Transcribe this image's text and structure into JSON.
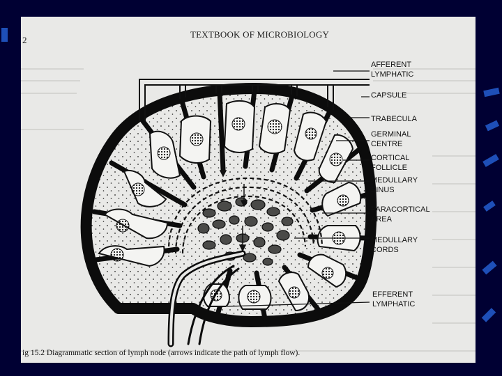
{
  "page_number": "2",
  "book_title": "TEXTBOOK OF MICROBIOLOGY",
  "labels": {
    "afferent_1": "AFFERENT",
    "afferent_2": "LYMPHATIC",
    "capsule": "CAPSULE",
    "trabecula": "TRABECULA",
    "germinal_1": "GERMINAL",
    "germinal_2": "CENTRE",
    "cortical_1": "CORTICAL",
    "cortical_2": "FOLLICLE",
    "medullary_1": "MEDULLARY",
    "medullary_2": "SINUS",
    "paracortical_1": "PARACORTICAL",
    "paracortical_2": "AREA",
    "cords_1": "MEDULLARY",
    "cords_2": "CORDS",
    "efferent_1": "EFFERENT",
    "efferent_2": "LYMPHATIC"
  },
  "caption": "ig 15.2 Diagrammatic section of lymph node (arrows indicate the path of lymph flow).",
  "colors": {
    "slide_bg": "#000033",
    "accent": "#1e4fb8",
    "page": "#e9e9e7",
    "ink": "#111111"
  }
}
